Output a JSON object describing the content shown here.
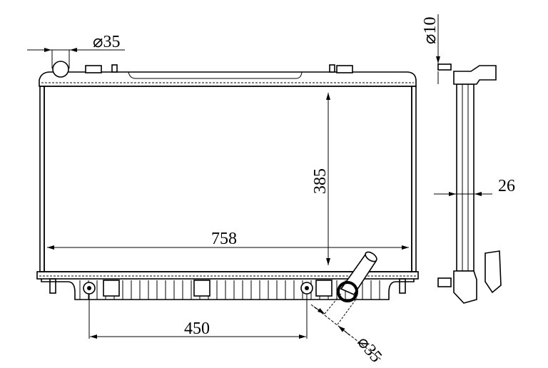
{
  "dimensions": {
    "top_inlet_diameter": "⌀35",
    "core_height": "385",
    "core_width": "758",
    "mount_spacing": "450",
    "outlet_diameter": "⌀35",
    "side_pipe_diameter": "⌀10",
    "core_thickness": "26"
  }
}
